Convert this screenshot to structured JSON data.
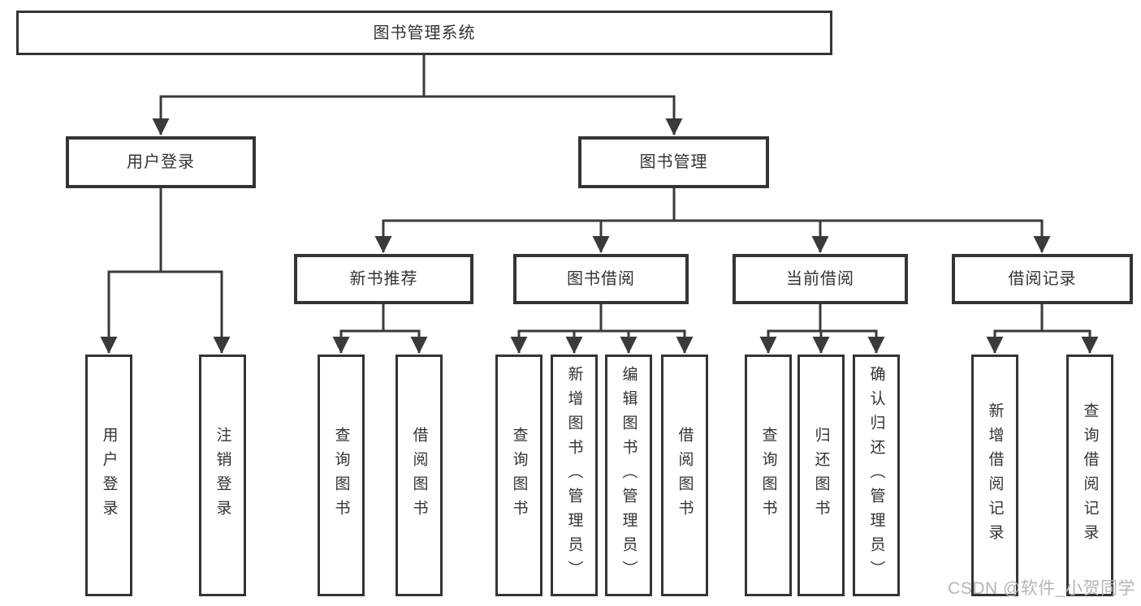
{
  "diagram": {
    "title": "图书管理系统",
    "branches": [
      {
        "label": "用户登录",
        "children": [
          {
            "label": "用户登录"
          },
          {
            "label": "注销登录"
          }
        ]
      },
      {
        "label": "图书管理",
        "children": [
          {
            "label": "新书推荐",
            "children": [
              {
                "label": "查询图书"
              },
              {
                "label": "借阅图书"
              }
            ]
          },
          {
            "label": "图书借阅",
            "children": [
              {
                "label": "查询图书"
              },
              {
                "label": "新增图书（管理员）"
              },
              {
                "label": "编辑图书（管理员）"
              },
              {
                "label": "借阅图书"
              }
            ]
          },
          {
            "label": "当前借阅",
            "children": [
              {
                "label": "查询图书"
              },
              {
                "label": "归还图书"
              },
              {
                "label": "确认归还（管理员）"
              }
            ]
          },
          {
            "label": "借阅记录",
            "children": [
              {
                "label": "新增借阅记录"
              },
              {
                "label": "查询借阅记录"
              }
            ]
          }
        ]
      }
    ]
  },
  "watermark": {
    "text": "CSDN @软件_小贺同学"
  },
  "colors": {
    "line": "#3a3a3a",
    "border": "#343434",
    "box-fill": "#ffffff",
    "text": "#333333",
    "bg": "#ffffff",
    "watermark": "#b5b5b5"
  }
}
